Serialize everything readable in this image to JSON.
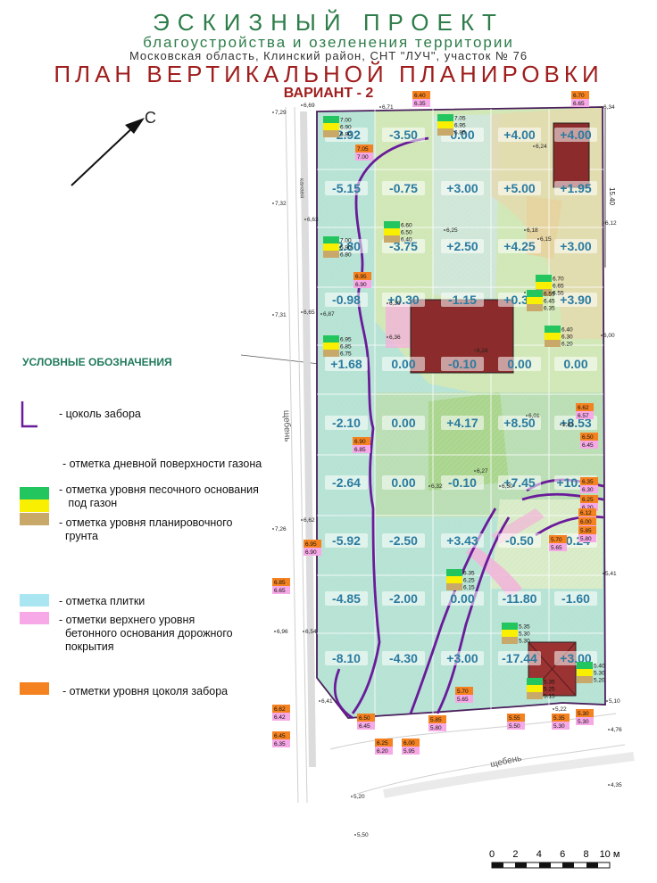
{
  "header": {
    "title": "ЭСКИЗНЫЙ ПРОЕКТ",
    "subtitle": "благоустройства и озеленения территории",
    "location": "Московская область, Клинский район, СНТ \"ЛУЧ\", участок № 76",
    "plan_title": "ПЛАН ВЕРТИКАЛЬНОЙ ПЛАНИРОВКИ",
    "variant": "ВАРИАНТ - 2"
  },
  "north": {
    "label": "С"
  },
  "legend": {
    "title": "УСЛОВНЫЕ ОБОЗНАЧЕНИЯ",
    "items": [
      {
        "label": "- цоколь забора",
        "color": "#6a1b9a"
      },
      {
        "label": "- отметка дневной поверхности газона",
        "color": ""
      },
      {
        "label": "- отметка уровня песочного основания\n   под газон",
        "colors": [
          "#22c55e",
          "#f8f000"
        ]
      },
      {
        "label": "- отметка уровня планировочного\n  грунта",
        "color": "#c8a96a"
      },
      {
        "label": "- отметка плитки",
        "color": "#a9e6f2"
      },
      {
        "label": "- отметки верхнего уровня\n  бетонного основания дорожного\n  покрытия",
        "color": "#f6a9e6"
      },
      {
        "label": "- отметки уровня цоколя забора",
        "color": "#f58220"
      }
    ]
  },
  "road_labels": {
    "left": "щебень",
    "bottom": "щебень",
    "ditch": "канава"
  },
  "dimension": "15.40",
  "scale": {
    "ticks": [
      "0",
      "2",
      "4",
      "6",
      "8",
      "10 м"
    ]
  },
  "grid_values": [
    "-2.92",
    "-3.50",
    "0.00",
    "+4.00",
    "+4.00",
    "-5.15",
    "-0.75",
    "+3.00",
    "+5.00",
    "+1.95",
    "-2.80",
    "-3.75",
    "+2.50",
    "+4.25",
    "+3.00",
    "-0.98",
    "+0.30",
    "-1.15",
    "+0.38",
    "+3.90",
    "+1.68",
    "0.00",
    "-0.10",
    "0.00",
    "0.00",
    "-2.10",
    "0.00",
    "+4.17",
    "+8.50",
    "+8.53",
    "-2.64",
    "0.00",
    "-0.10",
    "+7.45",
    "+10.38",
    "-5.92",
    "-2.50",
    "+3.43",
    "-0.50",
    "-0.24",
    "-4.85",
    "-2.00",
    "0.00",
    "-11.80",
    "-1.60",
    "-8.10",
    "-4.30",
    "+3.00",
    "-17.44",
    "+3.00"
  ],
  "elevations": [
    "7,29",
    "6,69",
    "6,71",
    "6,34",
    "7,32",
    "6,63",
    "6,12",
    "7,31",
    "6,65",
    "6,87",
    "6,00",
    "7,26",
    "6,62",
    "5,41",
    "6,96",
    "6,54",
    "6,41",
    "5,10",
    "4,76",
    "4,35",
    "5,20",
    "5,50",
    "5,22",
    "6,25",
    "6,24",
    "6,18",
    "6,15",
    "6,39",
    "6,36",
    "6,01",
    "5,83",
    "6,32",
    "6,30",
    "6,28",
    "6,27",
    "6,67"
  ],
  "stacks": [
    [
      "7.00",
      "6.90",
      "6.80"
    ],
    [
      "7.05",
      "6.95",
      "6.85"
    ],
    [
      "6.95",
      "6.85",
      "6.75"
    ],
    [
      "7.00",
      "6.90",
      "6.80"
    ],
    [
      "6.60",
      "6.50",
      "6.40"
    ],
    [
      "6.70",
      "6.65",
      "6.55"
    ],
    [
      "6.55",
      "6.45",
      "6.35"
    ],
    [
      "6.40",
      "6.30",
      "6.20"
    ],
    [
      "6.35",
      "6.25",
      "6.15"
    ],
    [
      "5.35",
      "5.25",
      "5.15"
    ],
    [
      "5.40",
      "5.30",
      "5.20"
    ],
    [
      "5.35",
      "5.30",
      "5.30"
    ]
  ],
  "fence_marks": [
    [
      "6.85",
      "6.65"
    ],
    [
      "6.95",
      "6.90"
    ],
    [
      "6.70",
      "6.65"
    ],
    [
      "7.05",
      "7.00"
    ],
    [
      "6.95",
      "6.90"
    ],
    [
      "6.90",
      "6.85"
    ],
    [
      "6.62",
      "6.57"
    ],
    [
      "6.50",
      "6.45"
    ],
    [
      "6.35",
      "6.30"
    ],
    [
      "6.25",
      "6.20"
    ],
    [
      "6.12",
      "6.07"
    ],
    [
      "6.00",
      "5.95"
    ],
    [
      "5.85",
      "5.80"
    ],
    [
      "5.70",
      "5.65"
    ],
    [
      "5.55",
      "5.50"
    ],
    [
      "5.35",
      "5.30"
    ],
    [
      "5.30",
      "5.30"
    ],
    [
      "6.62",
      "6.42"
    ],
    [
      "6.45",
      "6.35"
    ],
    [
      "6.50",
      "6.45"
    ],
    [
      "6.25",
      "6.20"
    ],
    [
      "6.00",
      "5.95"
    ],
    [
      "5.85",
      "5.80"
    ],
    [
      "5.70",
      "5.65"
    ],
    [
      "6.40",
      "6.35"
    ]
  ]
}
